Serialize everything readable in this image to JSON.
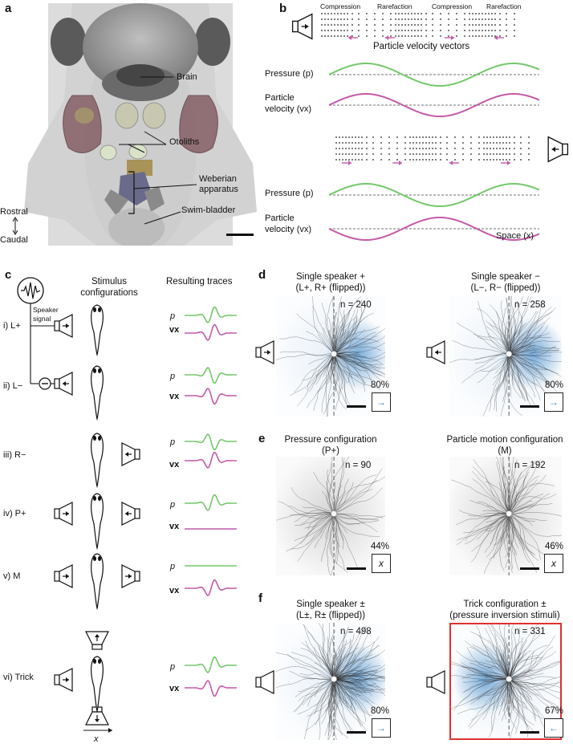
{
  "panel_a": {
    "label": "a",
    "brain": "Brain",
    "otoliths": "Otoliths",
    "weberian_line1": "Weberian",
    "weberian_line2": "apparatus",
    "swim_bladder": "Swim-bladder",
    "rostral": "Rostral",
    "caudal": "Caudal"
  },
  "panel_b": {
    "label": "b",
    "compression1": "Compression",
    "rarefaction1": "Rarefaction",
    "compression2": "Compression",
    "rarefaction2": "Rarefaction",
    "vectors_caption": "Particle velocity vectors",
    "pressure1": "Pressure (p)",
    "particle1": "Particle",
    "velocity1": "velocity (vx)",
    "pressure2": "Pressure (p)",
    "particle2": "Particle",
    "velocity2": "velocity (vx)",
    "space": "Space (x)"
  },
  "panel_c": {
    "label": "c",
    "stim_title1": "Stimulus",
    "stim_title2": "configurations",
    "traces_title": "Resulting traces",
    "speaker_signal1": "Speaker",
    "speaker_signal2": "signal",
    "rows": [
      {
        "label": "i) L+",
        "p": "p",
        "v": "vx"
      },
      {
        "label": "ii) L−",
        "p": "p",
        "v": "vx"
      },
      {
        "label": "iii) R−",
        "p": "p",
        "v": "vx"
      },
      {
        "label": "iv) P+",
        "p": "p",
        "v": "vx"
      },
      {
        "label": "v) M",
        "p": "p",
        "v": "vx"
      },
      {
        "label": "vi) Trick",
        "p": "p",
        "v": "vx"
      }
    ],
    "x_axis": "x"
  },
  "panel_d": {
    "label": "d",
    "left_title1": "Single speaker +",
    "left_title2": "(L+, R+ (flipped))",
    "left_n": "n = 240",
    "left_pct": "80%",
    "right_title1": "Single speaker −",
    "right_title2": "(L−, R− (flipped))",
    "right_n": "n = 258",
    "right_pct": "80%"
  },
  "panel_e": {
    "label": "e",
    "left_title1": "Pressure configuration",
    "left_title2": "(P+)",
    "left_n": "n = 90",
    "left_pct": "44%",
    "right_title1": "Particle motion configuration",
    "right_title2": "(M)",
    "right_n": "n = 192",
    "right_pct": "46%",
    "box_symbol": "x"
  },
  "panel_f": {
    "label": "f",
    "left_title1": "Single speaker ±",
    "left_title2": "(L±, R± (flipped))",
    "left_n": "n = 498",
    "left_pct": "80%",
    "right_title1": "Trick configuration ±",
    "right_title2": "(pressure inversion stimuli)",
    "right_n": "n = 331",
    "right_pct": "67%"
  },
  "colors": {
    "pressure": "#74c86a",
    "velocity": "#c45aa8",
    "blue": "#3a86c8",
    "highlight": "#e03030"
  }
}
